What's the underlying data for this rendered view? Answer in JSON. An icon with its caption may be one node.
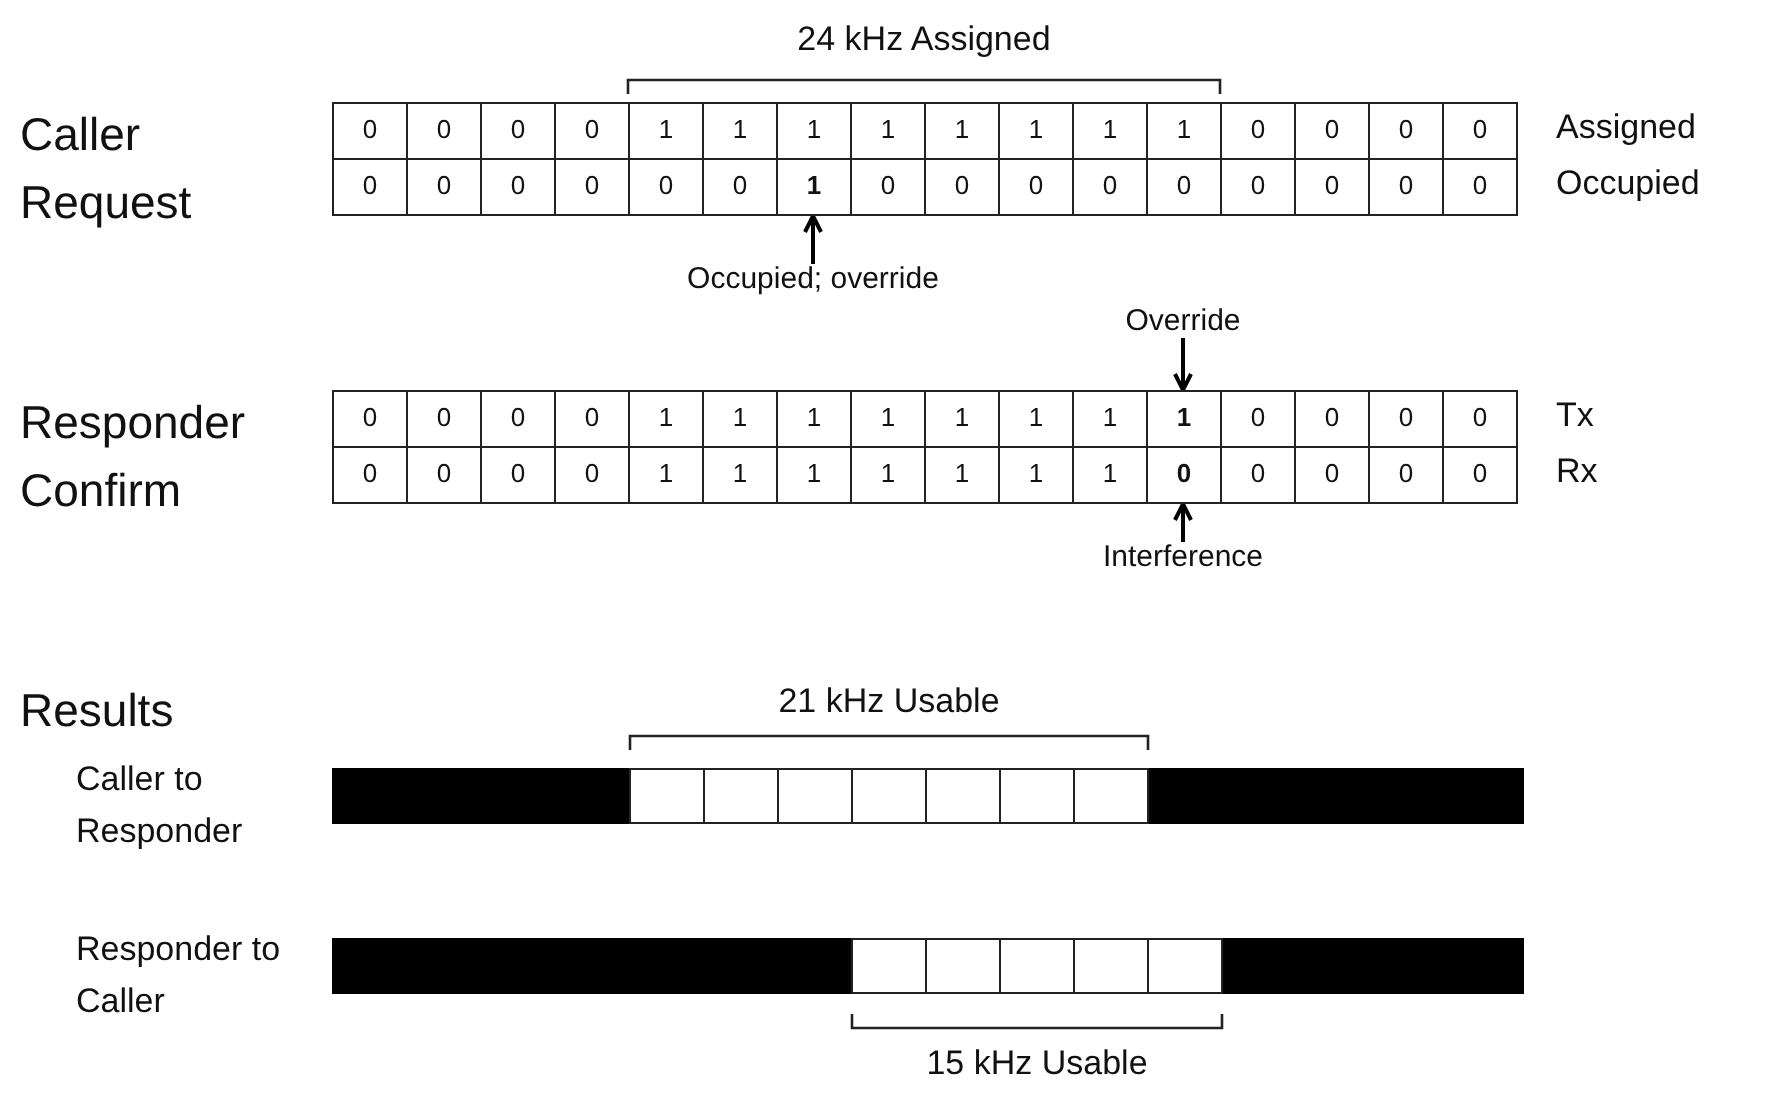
{
  "diagram": {
    "nodes": [
      {
        "text": [
          "1"
        ]
      },
      {
        "text": [
          "Occupied; override"
        ]
      },
      {
        "text": [
          "Override"
        ]
      },
      {
        "text": [
          "1"
        ]
      },
      {
        "text": [
          "0"
        ]
      },
      {
        "text": [
          "Interference"
        ]
      }
    ],
    "edges": [
      {
        "from": 1,
        "to": 0,
        "arrow": "to"
      },
      {
        "from": 2,
        "to": 3,
        "arrow": "to"
      },
      {
        "from": 5,
        "to": 4,
        "arrow": "to"
      }
    ],
    "labels": [
      "24 kHz Assigned",
      "Caller Request",
      "0",
      "0",
      "0",
      "0",
      "1",
      "1",
      "1",
      "1",
      "1",
      "1",
      "1",
      "1",
      "0",
      "0",
      "0",
      "0",
      "Assigned",
      "0",
      "0",
      "0",
      "0",
      "0",
      "0",
      "0",
      "0",
      "0",
      "0",
      "0",
      "0",
      "0",
      "0",
      "0",
      "Occupied",
      "Responder Confirm",
      "0",
      "0",
      "0",
      "0",
      "1",
      "1",
      "1",
      "1",
      "1",
      "1",
      "1",
      "0",
      "0",
      "0",
      "0",
      "Tx",
      "0",
      "0",
      "0",
      "0",
      "1",
      "1",
      "1",
      "1",
      "1",
      "1",
      "1",
      "0",
      "0",
      "0",
      "0",
      "Rx",
      "Results",
      "Caller to Responder",
      "21 kHz Usable",
      "Responder to Caller",
      "15 kHz Usable"
    ]
  }
}
